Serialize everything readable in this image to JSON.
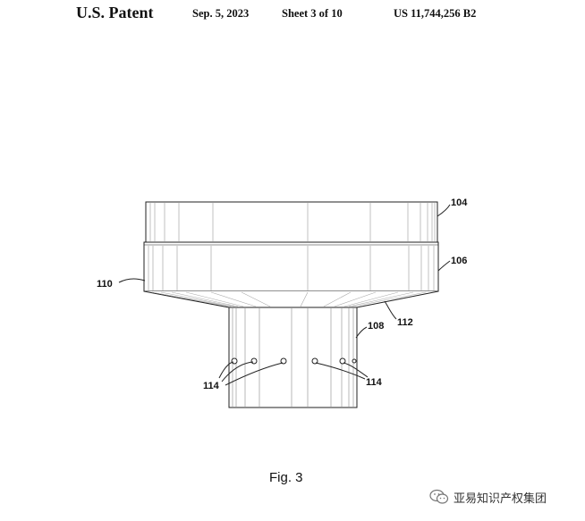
{
  "header": {
    "title": "U.S. Patent",
    "date": "Sep. 5, 2023",
    "sheet": "Sheet 3 of 10",
    "patent_number": "US 11,744,256 B2"
  },
  "figure": {
    "caption": "Fig. 3",
    "references": {
      "r104": "104",
      "r106": "106",
      "r110": "110",
      "r108": "108",
      "r112": "112",
      "r114a": "114",
      "r114b": "114"
    }
  },
  "watermark": {
    "text": "亚易知识产权集团",
    "icon": "wechat-icon"
  }
}
